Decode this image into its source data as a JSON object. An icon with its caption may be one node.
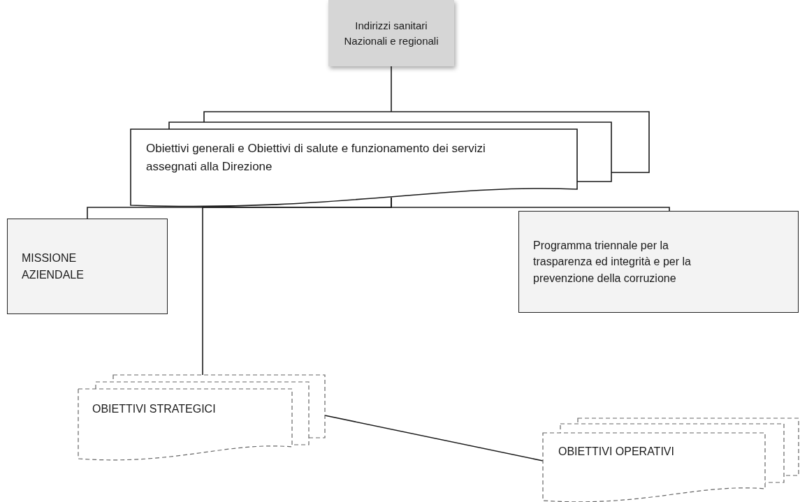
{
  "diagram": {
    "nodes": [
      {
        "text": [
          "Indirizzi sanitari Nazionali e regionali"
        ]
      },
      {
        "text": [
          "Obiettivi generali e Obiettivi di salute e funzionamento dei servizi assegnati alla Direzione"
        ]
      },
      {
        "text": [
          "MISSIONE AZIENDALE"
        ]
      },
      {
        "text": [
          "Programma triennale per la trasparenza ed integrità e per la prevenzione della corruzione"
        ]
      },
      {
        "text": [
          "OBIETTIVI STRATEGICI"
        ]
      },
      {
        "text": [
          "OBIETTIVI OPERATIVI"
        ]
      }
    ],
    "edges": [
      {
        "from": 0,
        "to": 1,
        "arrow": "none"
      },
      {
        "from": 1,
        "to": 2,
        "arrow": "none"
      },
      {
        "from": 1,
        "to": 4,
        "arrow": "none"
      },
      {
        "from": 1,
        "to": 3,
        "arrow": "none"
      },
      {
        "from": 4,
        "to": 5,
        "arrow": "none"
      }
    ]
  }
}
